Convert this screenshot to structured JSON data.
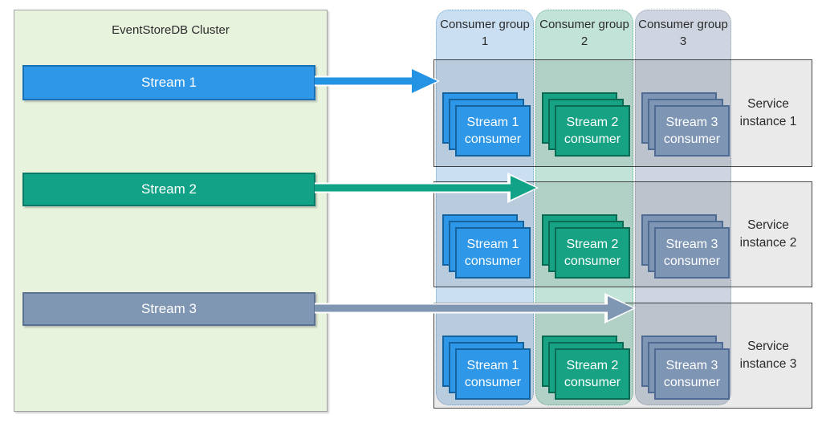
{
  "cluster": {
    "title": "EventStoreDB Cluster",
    "panel_color": "#e8f3de",
    "streams": [
      {
        "label": "Stream 1",
        "color": "#2e97e8",
        "border_color": "#1a6fb5"
      },
      {
        "label": "Stream 2",
        "color": "#12a287",
        "border_color": "#0d7a66"
      },
      {
        "label": "Stream 3",
        "color": "#8097b3",
        "border_color": "#5a7291"
      }
    ]
  },
  "consumer_groups": [
    {
      "label": "Consumer group 1",
      "color": "#cadff2",
      "border_color": "#78a7d2"
    },
    {
      "label": "Consumer group 2",
      "color": "#c2e4d8",
      "border_color": "#6cb39c"
    },
    {
      "label": "Consumer group 3",
      "color": "#ced5e0",
      "border_color": "#9aa6b8"
    }
  ],
  "service_instances": [
    {
      "label": "Service instance 1"
    },
    {
      "label": "Service instance 2"
    },
    {
      "label": "Service instance 3"
    }
  ],
  "cards": [
    [
      "Stream 1 consumer",
      "Stream 2 consumer",
      "Stream 3 consumer"
    ],
    [
      "Stream 1 consumer",
      "Stream 2 consumer",
      "Stream 3 consumer"
    ],
    [
      "Stream 1 consumer",
      "Stream 2 consumer",
      "Stream 3 consumer"
    ]
  ],
  "card_colors": {
    "blue": "#2e97e8",
    "green": "#16a283",
    "gray": "#7e95b4"
  },
  "arrow_colors": {
    "stream1": "#2493e3",
    "stream2": "#12a287",
    "stream3": "#8097b3"
  }
}
